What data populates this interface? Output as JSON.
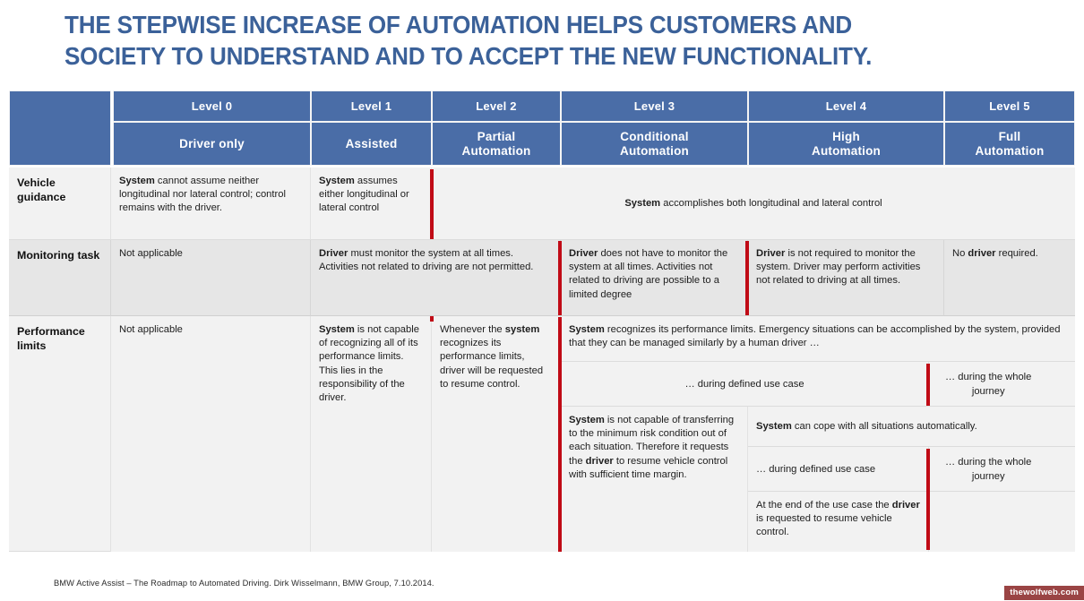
{
  "title": "THE STEPWISE INCREASE OF AUTOMATION HELPS CUSTOMERS AND\nSOCIETY TO UNDERSTAND AND TO ACCEPT THE NEW FUNCTIONALITY.",
  "colors": {
    "title": "#3b6199",
    "header_bg": "#4a6da7",
    "red_divider": "#c00b16",
    "row_bg": "#f2f2f2",
    "row_bg_alt": "#e6e6e6",
    "watermark_bg": "#8d2b2b"
  },
  "header": {
    "corner": "",
    "levels": [
      {
        "level": "Level 0",
        "name": "Driver only"
      },
      {
        "level": "Level 1",
        "name": "Assisted"
      },
      {
        "level": "Level 2",
        "name": "Partial\nAutomation"
      },
      {
        "level": "Level 3",
        "name": "Conditional\nAutomation"
      },
      {
        "level": "Level 4",
        "name": "High\nAutomation"
      },
      {
        "level": "Level 5",
        "name": "Full\nAutomation"
      }
    ]
  },
  "rows": {
    "vehicle_guidance": {
      "label": "Vehicle\nguidance",
      "level0": "System cannot assume neither longitudinal nor lateral control; control remains with the driver.",
      "level0_bold": "System",
      "level1": "System assumes either longitudinal or lateral control",
      "level1_bold": "System",
      "merged_2_5": "System accomplishes both longitudinal and lateral control",
      "merged_2_5_bold": "System"
    },
    "monitoring_task": {
      "label": "Monitoring task",
      "level0": "Not applicable",
      "level1_2": "Driver must monitor the system at all times. Activities not related to driving are not permitted.",
      "level1_2_bold": "Driver",
      "level3": "Driver does not have to monitor the system at all times. Activities not related to driving are possible to a limited degree",
      "level3_bold": "Driver",
      "level4": "Driver is not required to monitor the system. Driver may perform activities not related to driving at all times.",
      "level4_bold": "Driver",
      "level5_pre": "No ",
      "level5_bold": "driver",
      "level5_post": " required."
    },
    "performance_limits": {
      "label": "Performance\nlimits",
      "level0": "Not applicable",
      "level1": "System is not capable of recognizing all of its performance limits. This lies in the responsibility of the driver.",
      "level1_bold": "System",
      "level2_pre": "Whenever the ",
      "level2_bold": "system",
      "level2_post": " recognizes its performance limits, driver will be requested to resume control.",
      "banner": "System recognizes its performance limits. Emergency situations can be accomplished by the system, provided that they can be managed similarly by a human driver  …",
      "banner_bold": "System",
      "use_case_3_4": "… during defined use case",
      "whole_journey_5": "… during the whole\njourney",
      "level3_detail": "System is not capable of transferring to the minimum risk condition out of each situation. Therefore it requests the driver to resume vehicle control with sufficient time margin.",
      "level3_detail_bold_1": "System",
      "level3_detail_bold_2": "driver",
      "level4_cope": "System can cope with all situations automatically.",
      "level4_cope_bold": "System",
      "level4_use_case": "… during defined use case",
      "level5_whole_journey": "… during the whole\njourney",
      "level4_end": "At the end of the use case the driver is requested to resume vehicle control.",
      "level4_end_bold": "driver"
    }
  },
  "footer": {
    "source": "BMW Active Assist – The Roadmap to Automated Driving. Dirk Wisselmann, BMW Group, 7.10.2014."
  },
  "watermark": {
    "label": "thewolfweb.com"
  }
}
